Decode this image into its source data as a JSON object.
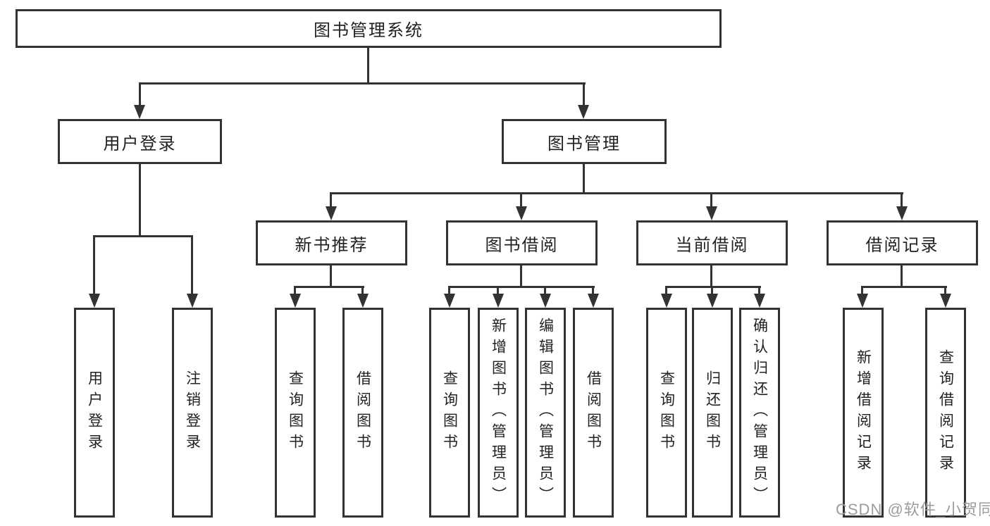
{
  "colors": {
    "line": "#333333",
    "text": "#222222",
    "background": "#ffffff",
    "watermark": "#9c9c9c"
  },
  "watermark": {
    "text": "CSDN @软件_小贺同学"
  },
  "tree": {
    "root": {
      "label": "图书管理系统",
      "children": [
        {
          "label": "用户登录",
          "children": [
            {
              "label": "用户登录"
            },
            {
              "label": "注销登录"
            }
          ]
        },
        {
          "label": "图书管理",
          "children": [
            {
              "label": "新书推荐",
              "children": [
                {
                  "label": "查询图书"
                },
                {
                  "label": "借阅图书"
                }
              ]
            },
            {
              "label": "图书借阅",
              "children": [
                {
                  "label": "查询图书"
                },
                {
                  "label": "新增图书（管理员）"
                },
                {
                  "label": "编辑图书（管理员）"
                },
                {
                  "label": "借阅图书"
                }
              ]
            },
            {
              "label": "当前借阅",
              "children": [
                {
                  "label": "查询图书"
                },
                {
                  "label": "归还图书"
                },
                {
                  "label": "确认归还（管理员）"
                }
              ]
            },
            {
              "label": "借阅记录",
              "children": [
                {
                  "label": "新增借阅记录"
                },
                {
                  "label": "查询借阅记录"
                }
              ]
            }
          ]
        }
      ]
    }
  }
}
